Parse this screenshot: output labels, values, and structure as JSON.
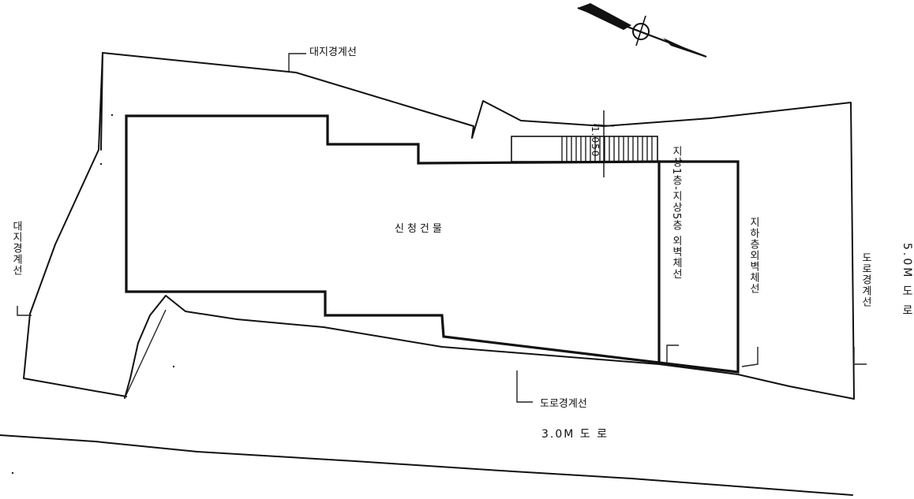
{
  "labels": {
    "site_boundary_top": "대지경계선",
    "site_boundary_left": "대지경계선",
    "road_boundary_right": "도로경계선",
    "road_boundary_bottom": "도로경계선",
    "building_name": "신청건물",
    "exterior_wall_1_5": "지상1층-지상5층 외벽체선",
    "basement_wall": "지하층외벽체선",
    "setback_dim": "1.050",
    "road_bottom": "3.0M 도 로",
    "road_right": "5.0M 도 로"
  },
  "icons": {
    "north_arrow": "north-arrow-icon"
  }
}
